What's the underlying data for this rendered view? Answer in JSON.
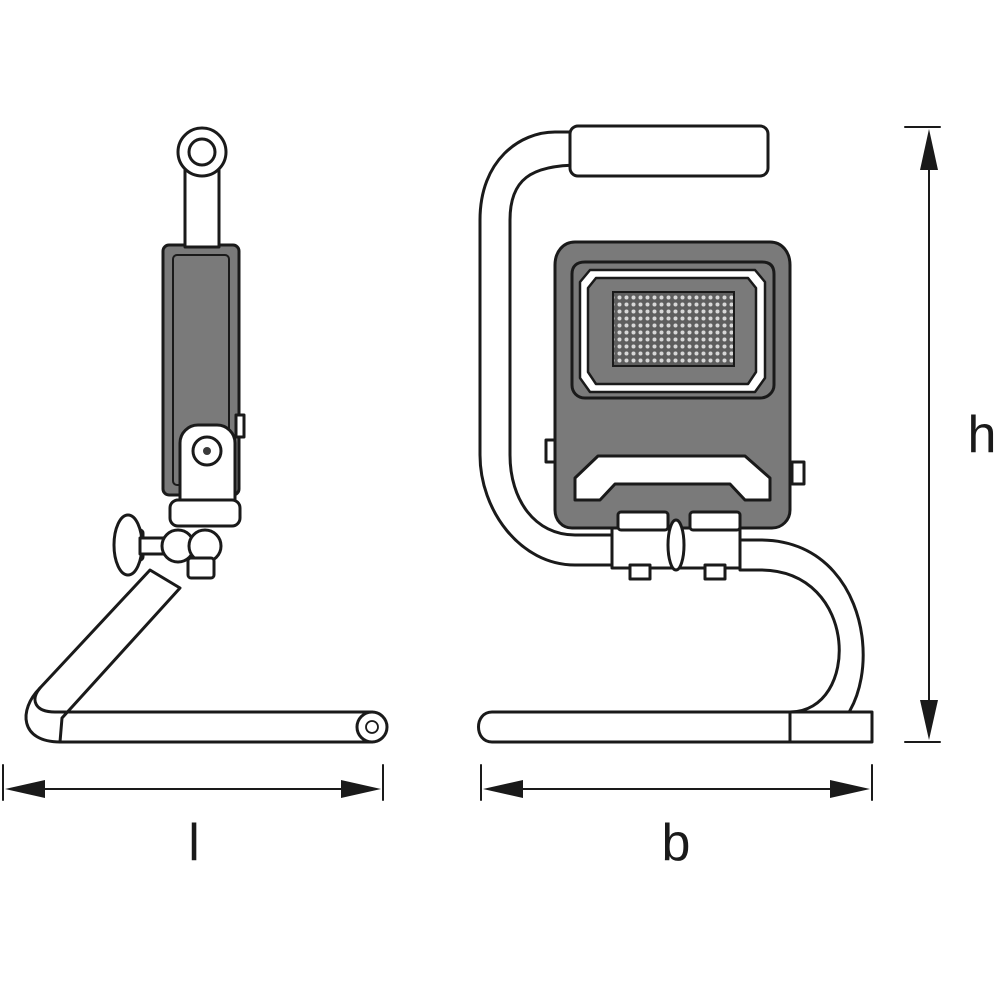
{
  "dimensions": {
    "length_label": "l",
    "width_label": "b",
    "height_label": "h"
  }
}
